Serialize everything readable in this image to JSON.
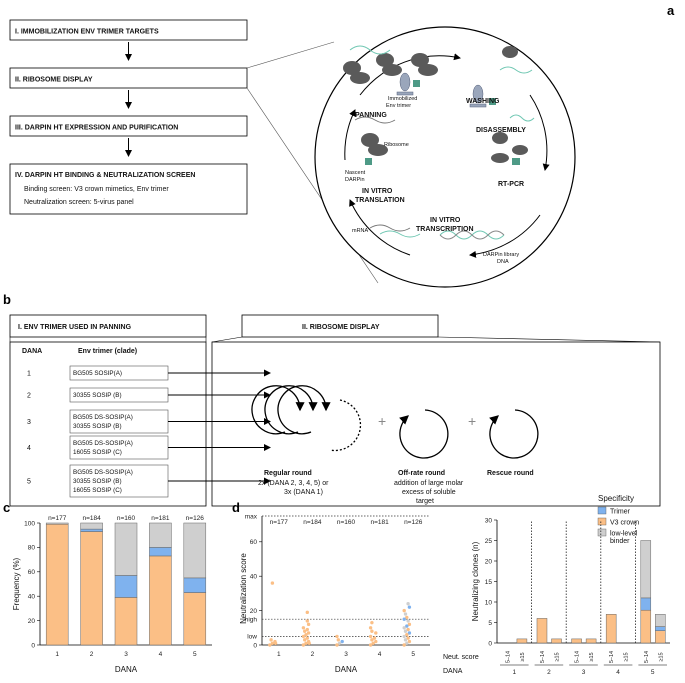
{
  "panels": {
    "a": "a",
    "b": "b",
    "c": "c",
    "d": "d"
  },
  "a": {
    "steps": [
      "I. IMMOBILIZATION ENV TRIMER TARGETS",
      "II. RIBOSOME DISPLAY",
      "III. DARPIN HT EXPRESSION AND PURIFICATION",
      "IV. DARPIN HT BINDING & NEUTRALIZATION SCREEN"
    ],
    "screen_lines": [
      "Binding screen: V3 crown mimetics, Env trimer",
      "Neutralization screen: 5-virus panel"
    ],
    "cycle": {
      "washing": "WASHING",
      "panning": "PANNING",
      "disassembly": "DISASSEMBLY",
      "rtpcr": "RT-PCR",
      "in_vitro_translation": [
        "IN VITRO",
        "TRANSLATION"
      ],
      "in_vitro_transcription": [
        "IN VITRO",
        "TRANSCRIPTION"
      ],
      "immobilized": [
        "Immobilized",
        "Env trimer"
      ],
      "ribosome": "Ribosome",
      "nascent": [
        "Nascent",
        "DARPin"
      ],
      "mrna": "mRNA",
      "library": [
        "DARPin library",
        "DNA"
      ]
    }
  },
  "b": {
    "left_title": "I. ENV TRIMER USED IN PANNING",
    "right_title": "II. RIBOSOME DISPLAY",
    "dana_header": "DANA",
    "env_header": "Env trimer (clade)",
    "rows": [
      {
        "dana": "1",
        "lines": [
          "BG505 SOSIP(A)"
        ]
      },
      {
        "dana": "2",
        "lines": [
          "30355 SOSIP (B)"
        ]
      },
      {
        "dana": "3",
        "lines": [
          "BG505 DS-SOSIP(A)",
          "30355 SOSIP (B)"
        ]
      },
      {
        "dana": "4",
        "lines": [
          "BG505 DS-SOSIP(A)",
          "16055 SOSIP (C)"
        ]
      },
      {
        "dana": "5",
        "lines": [
          "BG505 DS-SOSIP(A)",
          "30355 SOSIP (B)",
          "16055 SOSIP (C)"
        ]
      }
    ],
    "rounds": {
      "regular": "Regular round",
      "regular_desc": [
        "2x (DANA 2, 3, 4, 5) or",
        "3x (DANA 1)"
      ],
      "offrate": "Off-rate round",
      "offrate_desc": [
        "addition of large molar",
        "excess of soluble",
        "target"
      ],
      "rescue": "Rescue round",
      "plus": "+"
    }
  },
  "legend": {
    "title": "Specificity",
    "items": [
      {
        "label": [
          "Trimer"
        ],
        "color": "#7fb2ee"
      },
      {
        "label": [
          "V3 crown"
        ],
        "color": "#fbbf86"
      },
      {
        "label": [
          "low-level",
          "binder"
        ],
        "color": "#cfcfcf"
      }
    ]
  },
  "chart_data": [
    {
      "type": "bar",
      "panel": "c",
      "ylabel": "Frequency (%)",
      "xlabel": "DANA",
      "ylim": [
        0,
        100
      ],
      "yticks": [
        0,
        20,
        40,
        60,
        80,
        100
      ],
      "categories": [
        "1",
        "2",
        "3",
        "4",
        "5"
      ],
      "counts": [
        "n=177",
        "n=184",
        "n=160",
        "n=181",
        "n=126"
      ],
      "series": [
        {
          "name": "V3 crown",
          "values": [
            99,
            93,
            39,
            73,
            43
          ],
          "color": "#fbbf86"
        },
        {
          "name": "Trimer",
          "values": [
            0,
            2,
            18,
            7,
            12
          ],
          "color": "#7fb2ee"
        },
        {
          "name": "low-level binder",
          "values": [
            1,
            5,
            43,
            20,
            45
          ],
          "color": "#cfcfcf"
        }
      ]
    },
    {
      "type": "scatter",
      "panel": "d",
      "ylabel": "Neutralization score",
      "xlabel": "DANA",
      "categories": [
        "1",
        "2",
        "3",
        "4",
        "5"
      ],
      "counts": [
        "n=177",
        "n=184",
        "n=160",
        "n=181",
        "n=126"
      ],
      "yticks": [
        "0",
        "20",
        "40",
        "60"
      ],
      "y_markers": [
        "max",
        "high",
        "low"
      ],
      "points": [
        {
          "x": "1",
          "y": 36,
          "s": "V3 crown"
        },
        {
          "x": "1",
          "y": 3,
          "s": "V3 crown"
        },
        {
          "x": "1",
          "y": 2,
          "s": "V3 crown"
        },
        {
          "x": "1",
          "y": 1,
          "s": "V3 crown"
        },
        {
          "x": "1",
          "y": 1,
          "s": "V3 crown"
        },
        {
          "x": "1",
          "y": 0,
          "s": "V3 crown"
        },
        {
          "x": "2",
          "y": 19,
          "s": "V3 crown"
        },
        {
          "x": "2",
          "y": 14,
          "s": "V3 crown"
        },
        {
          "x": "2",
          "y": 12,
          "s": "V3 crown"
        },
        {
          "x": "2",
          "y": 10,
          "s": "V3 crown"
        },
        {
          "x": "2",
          "y": 9,
          "s": "V3 crown"
        },
        {
          "x": "2",
          "y": 8,
          "s": "V3 crown"
        },
        {
          "x": "2",
          "y": 7,
          "s": "V3 crown"
        },
        {
          "x": "2",
          "y": 6,
          "s": "V3 crown"
        },
        {
          "x": "2",
          "y": 5,
          "s": "V3 crown"
        },
        {
          "x": "2",
          "y": 4,
          "s": "V3 crown"
        },
        {
          "x": "2",
          "y": 3,
          "s": "V3 crown"
        },
        {
          "x": "2",
          "y": 2,
          "s": "V3 crown"
        },
        {
          "x": "2",
          "y": 1,
          "s": "V3 crown"
        },
        {
          "x": "2",
          "y": 1,
          "s": "V3 crown"
        },
        {
          "x": "2",
          "y": 0,
          "s": "V3 crown"
        },
        {
          "x": "3",
          "y": 5,
          "s": "V3 crown"
        },
        {
          "x": "3",
          "y": 3,
          "s": "V3 crown"
        },
        {
          "x": "3",
          "y": 2,
          "s": "Trimer"
        },
        {
          "x": "3",
          "y": 1,
          "s": "low-level binder"
        },
        {
          "x": "3",
          "y": 0,
          "s": "V3 crown"
        },
        {
          "x": "4",
          "y": 13,
          "s": "V3 crown"
        },
        {
          "x": "4",
          "y": 10,
          "s": "V3 crown"
        },
        {
          "x": "4",
          "y": 8,
          "s": "V3 crown"
        },
        {
          "x": "4",
          "y": 7,
          "s": "V3 crown"
        },
        {
          "x": "4",
          "y": 5,
          "s": "V3 crown"
        },
        {
          "x": "4",
          "y": 4,
          "s": "V3 crown"
        },
        {
          "x": "4",
          "y": 3,
          "s": "V3 crown"
        },
        {
          "x": "4",
          "y": 2,
          "s": "V3 crown"
        },
        {
          "x": "4",
          "y": 1,
          "s": "V3 crown"
        },
        {
          "x": "4",
          "y": 0,
          "s": "V3 crown"
        },
        {
          "x": "5",
          "y": 24,
          "s": "low-level binder"
        },
        {
          "x": "5",
          "y": 22,
          "s": "Trimer"
        },
        {
          "x": "5",
          "y": 20,
          "s": "V3 crown"
        },
        {
          "x": "5",
          "y": 18,
          "s": "low-level binder"
        },
        {
          "x": "5",
          "y": 16,
          "s": "V3 crown"
        },
        {
          "x": "5",
          "y": 15,
          "s": "Trimer"
        },
        {
          "x": "5",
          "y": 14,
          "s": "low-level binder"
        },
        {
          "x": "5",
          "y": 12,
          "s": "V3 crown"
        },
        {
          "x": "5",
          "y": 11,
          "s": "Trimer"
        },
        {
          "x": "5",
          "y": 10,
          "s": "low-level binder"
        },
        {
          "x": "5",
          "y": 9,
          "s": "V3 crown"
        },
        {
          "x": "5",
          "y": 8,
          "s": "low-level binder"
        },
        {
          "x": "5",
          "y": 7,
          "s": "Trimer"
        },
        {
          "x": "5",
          "y": 6,
          "s": "V3 crown"
        },
        {
          "x": "5",
          "y": 5,
          "s": "low-level binder"
        },
        {
          "x": "5",
          "y": 4,
          "s": "V3 crown"
        },
        {
          "x": "5",
          "y": 3,
          "s": "low-level binder"
        },
        {
          "x": "5",
          "y": 2,
          "s": "V3 crown"
        },
        {
          "x": "5",
          "y": 1,
          "s": "low-level binder"
        },
        {
          "x": "5",
          "y": 0,
          "s": "V3 crown"
        }
      ]
    },
    {
      "type": "bar",
      "panel": "d-right",
      "ylabel": "Neutralizing clones (n)",
      "ylim": [
        0,
        30
      ],
      "yticks": [
        0,
        5,
        10,
        15,
        20,
        25,
        30
      ],
      "score_label": "Neut. score",
      "dana_label": "DANA",
      "groups": [
        "1",
        "2",
        "3",
        "4",
        "5"
      ],
      "subcategories": [
        "5–14",
        "≥15"
      ],
      "series": [
        {
          "name": "V3 crown",
          "values": [
            [
              0,
              1
            ],
            [
              6,
              1
            ],
            [
              1,
              1
            ],
            [
              7,
              0
            ],
            [
              8,
              3
            ]
          ],
          "color": "#fbbf86"
        },
        {
          "name": "Trimer",
          "values": [
            [
              0,
              0
            ],
            [
              0,
              0
            ],
            [
              0,
              0
            ],
            [
              0,
              0
            ],
            [
              3,
              1
            ]
          ],
          "color": "#7fb2ee"
        },
        {
          "name": "low-level binder",
          "values": [
            [
              0,
              0
            ],
            [
              0,
              0
            ],
            [
              0,
              0
            ],
            [
              0,
              0
            ],
            [
              14,
              3
            ]
          ],
          "color": "#cfcfcf"
        }
      ]
    }
  ]
}
